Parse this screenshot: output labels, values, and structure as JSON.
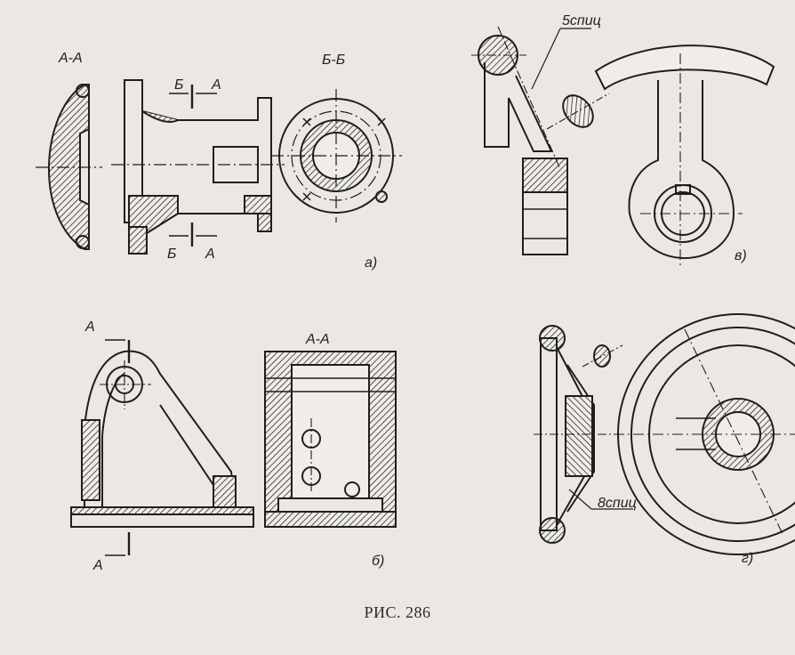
{
  "figure": {
    "caption": "РИС. 286",
    "panels": {
      "a": {
        "label": "а)",
        "section_labels": [
          "А-А",
          "Б-Б"
        ],
        "marks": [
          "Б",
          "А",
          "Б",
          "А"
        ]
      },
      "b": {
        "label": "б)",
        "section_labels": [
          "А-А"
        ],
        "marks": [
          "А",
          "А"
        ]
      },
      "v": {
        "label": "в)",
        "callout": "5спиц"
      },
      "g": {
        "label": "г)",
        "callout": "8спиц"
      }
    }
  },
  "colors": {
    "paper": "#ebe8e3",
    "ink": "#1e1e1e",
    "hatch": "#2a2a2a"
  }
}
